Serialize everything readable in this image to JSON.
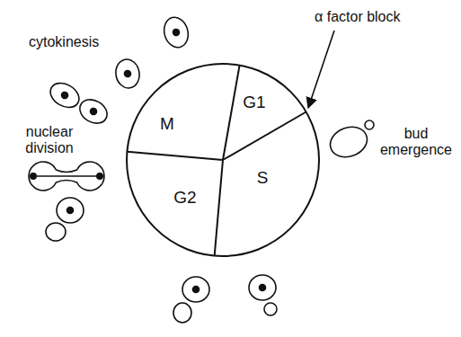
{
  "diagram": {
    "nodes": [
      {
        "text": [
          "G1",
          "S",
          "G2",
          "M"
        ]
      }
    ],
    "labels": [
      "α factor block",
      "bud emergence",
      "nuclear division",
      "cytokinesis"
    ]
  }
}
